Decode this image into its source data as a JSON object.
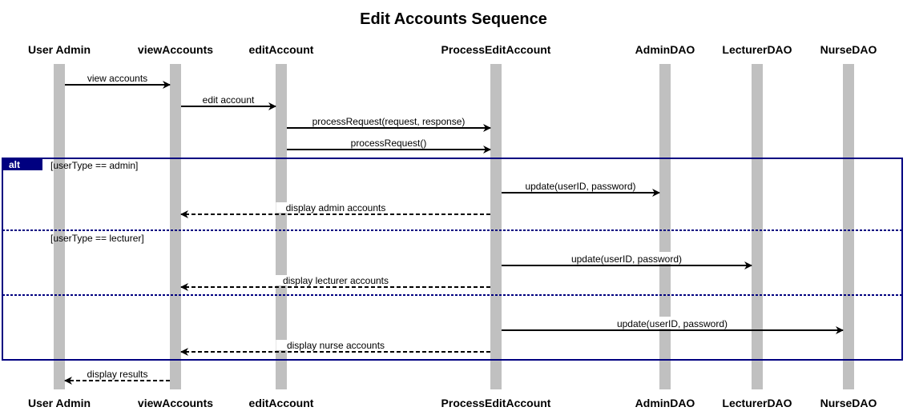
{
  "diagram": {
    "title": "Edit Accounts Sequence",
    "participants": [
      "User Admin",
      "viewAccounts",
      "editAccount",
      "ProcessEditAccount",
      "AdminDAO",
      "LecturerDAO",
      "NurseDAO"
    ],
    "messages": [
      {
        "from": 0,
        "to": 1,
        "label": "view accounts",
        "kind": "call"
      },
      {
        "from": 1,
        "to": 2,
        "label": "edit account",
        "kind": "call"
      },
      {
        "from": 2,
        "to": 3,
        "label": "processRequest(request, response)",
        "kind": "call"
      },
      {
        "from": 2,
        "to": 3,
        "label": "processRequest()",
        "kind": "call"
      },
      {
        "from": 3,
        "to": 4,
        "label": "update(userID, password)",
        "kind": "call"
      },
      {
        "from": 3,
        "to": 1,
        "label": "display admin accounts",
        "kind": "return"
      },
      {
        "from": 3,
        "to": 5,
        "label": "update(userID, password)",
        "kind": "call"
      },
      {
        "from": 3,
        "to": 1,
        "label": "display lecturer accounts",
        "kind": "return"
      },
      {
        "from": 3,
        "to": 6,
        "label": "update(userID, password)",
        "kind": "call"
      },
      {
        "from": 3,
        "to": 1,
        "label": "display nurse accounts",
        "kind": "return"
      },
      {
        "from": 1,
        "to": 0,
        "label": "display results",
        "kind": "return"
      }
    ],
    "alt": {
      "label": "alt",
      "guards": [
        "[userType == admin]",
        "[userType == lecturer]",
        ""
      ]
    },
    "colors": {
      "lifeline": "#c0c0c0",
      "frame": "#000080",
      "arrow": "#000000"
    }
  }
}
